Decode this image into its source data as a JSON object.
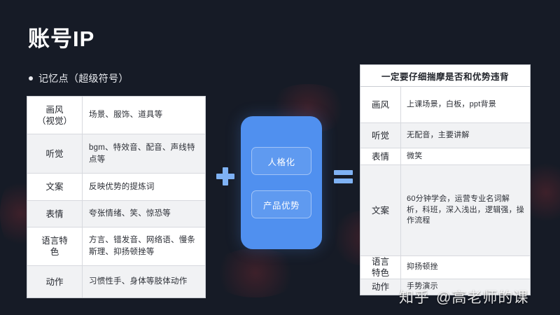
{
  "slide": {
    "background_color": "#161b26",
    "title": "账号IP",
    "bullet": "记忆点（超级符号）"
  },
  "left_table": {
    "name": "ip-elements-table",
    "rows": [
      {
        "key": "画风\n（视觉）",
        "value": "场景、服饰、道具等"
      },
      {
        "key": "听觉",
        "value": "bgm、特效音、配音、声线特点等"
      },
      {
        "key": "文案",
        "value": "反映优势的提炼词"
      },
      {
        "key": "表情",
        "value": "夸张情绪、笑、惊恐等"
      },
      {
        "key": "语言特\n色",
        "value": "方言、错发音、网络语、慢条斯理、抑扬顿挫等"
      },
      {
        "key": "动作",
        "value": "习惯性手、身体等肢体动作"
      }
    ]
  },
  "center": {
    "plus_symbol": "+",
    "equals_symbol": "=",
    "card_color": "#5090ef",
    "pills": [
      "人格化",
      "产品优势"
    ]
  },
  "right_table": {
    "name": "case-example-table",
    "header": "一定要仔细揣摩是否和优势违背",
    "rows": [
      {
        "key": "画风",
        "value": "上课场景，白板，ppt背景"
      },
      {
        "key": "听觉",
        "value": "无配音，主要讲解"
      },
      {
        "key": "表情",
        "value": "微笑"
      },
      {
        "key": "文案",
        "value": "60分钟学会，运营专业名词解析，科班，深入浅出，逻辑强，操作流程"
      },
      {
        "key": "语言\n特色",
        "value": "抑扬顿挫"
      },
      {
        "key": "动作",
        "value": "手势演示"
      }
    ]
  },
  "watermark": {
    "site": "知乎",
    "user": "@高老师的课"
  }
}
